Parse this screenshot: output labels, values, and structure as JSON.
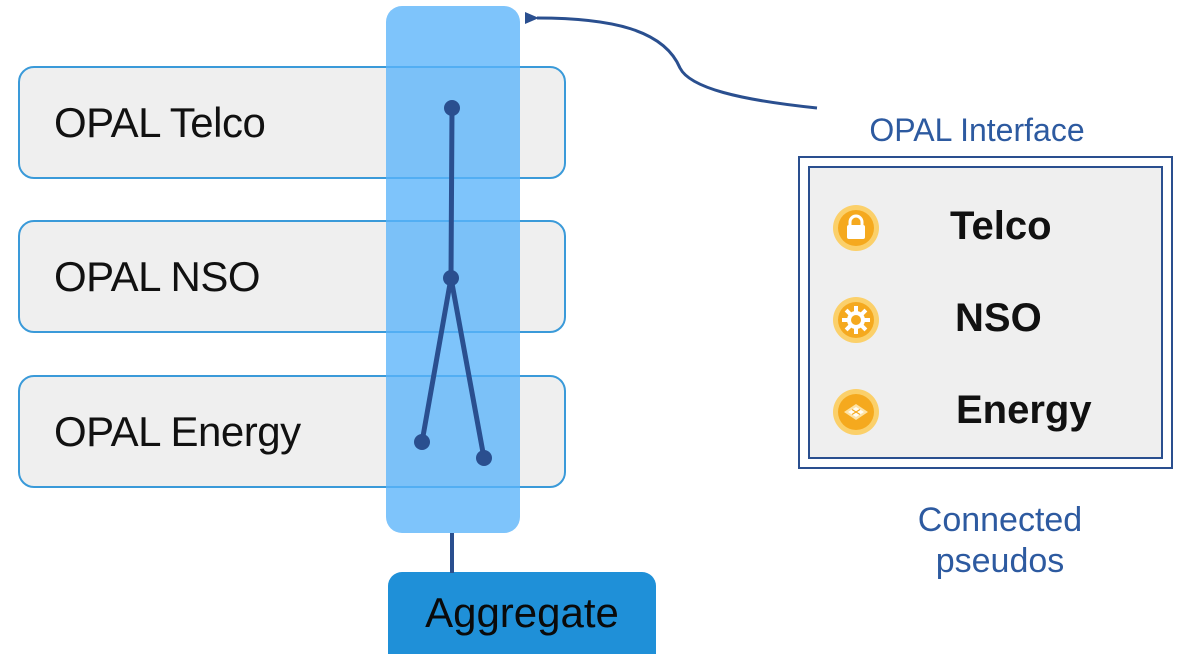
{
  "layers": [
    {
      "id": "telco",
      "label": "OPAL Telco"
    },
    {
      "id": "nso",
      "label": "OPAL NSO"
    },
    {
      "id": "energy",
      "label": "OPAL Energy"
    }
  ],
  "aggregate": {
    "label": "Aggregate"
  },
  "interface_panel": {
    "title": "OPAL Interface",
    "items": [
      {
        "label": "Telco",
        "icon": "lock-icon"
      },
      {
        "label": "NSO",
        "icon": "gear-icon"
      },
      {
        "label": "Energy",
        "icon": "layers-icon"
      }
    ],
    "caption_line1": "Connected",
    "caption_line2": "pseudos"
  },
  "colors": {
    "layer_fill": "#efefef",
    "layer_border": "#3a9ad9",
    "interface_bar": "#5ab4fa",
    "aggregate_fill": "#1f90d8",
    "connector_line": "#2a4f8f",
    "label_blue": "#2d5aa0",
    "icon_gold": "#f5b82e"
  }
}
